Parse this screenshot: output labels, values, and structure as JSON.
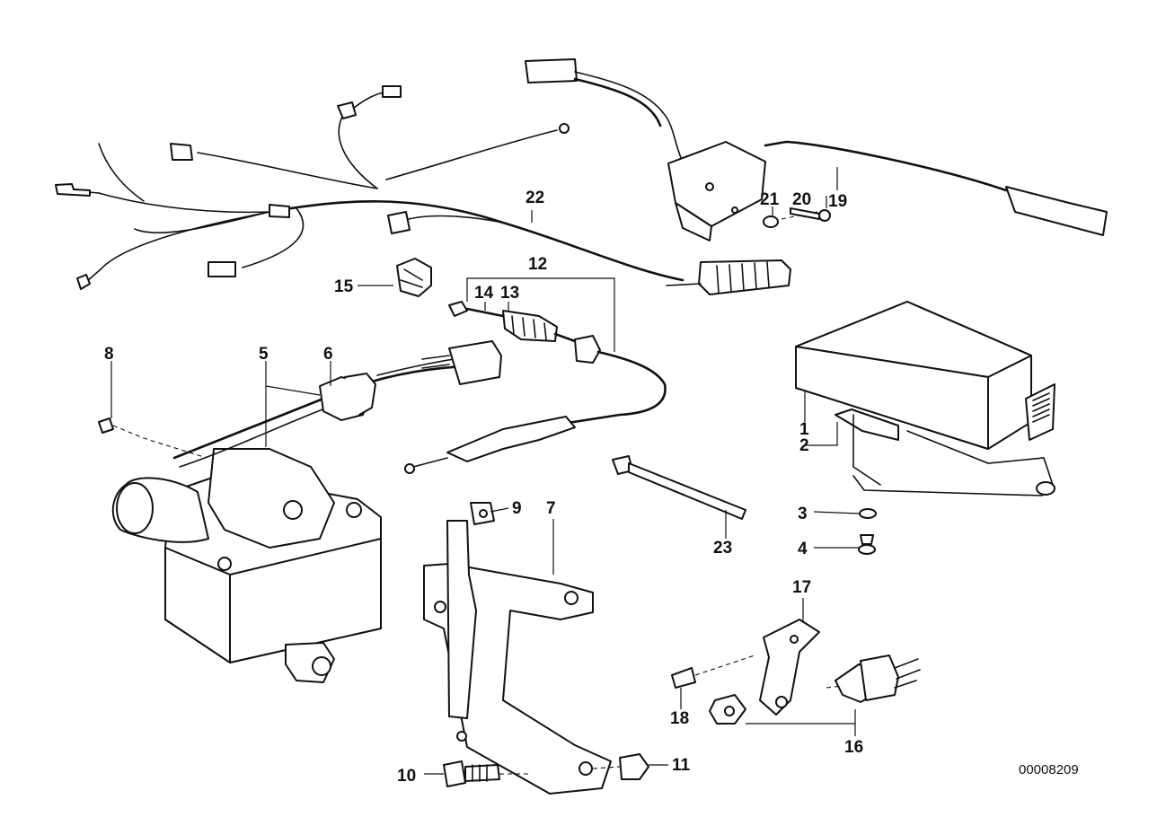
{
  "diagram": {
    "callouts": {
      "c1": "1",
      "c2": "2",
      "c3": "3",
      "c4": "4",
      "c5": "5",
      "c6": "6",
      "c7": "7",
      "c8": "8",
      "c9": "9",
      "c10": "10",
      "c11": "11",
      "c12": "12",
      "c13": "13",
      "c14": "14",
      "c15": "15",
      "c16": "16",
      "c17": "17",
      "c18": "18",
      "c19": "19",
      "c20": "20",
      "c21": "21",
      "c22": "22",
      "c23": "23"
    },
    "reference_number": "00008209"
  }
}
